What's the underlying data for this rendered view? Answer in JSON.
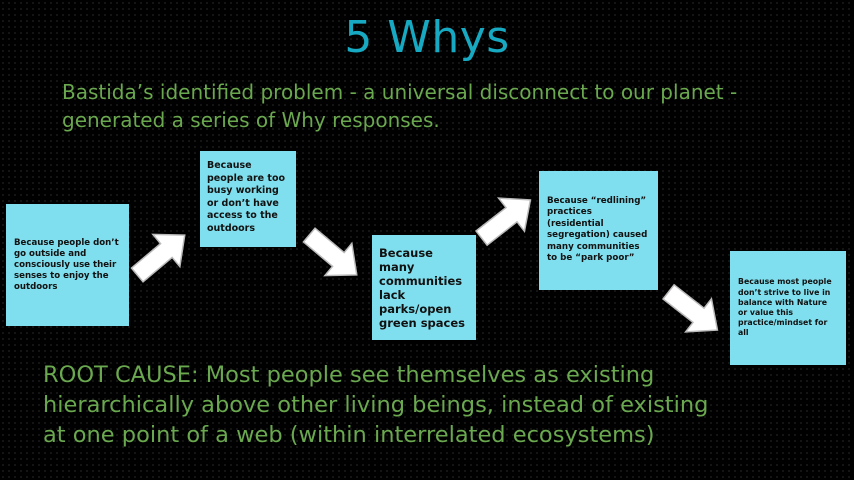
{
  "slide": {
    "title": "5 Whys",
    "subtitle": "Bastida’s identified problem - a universal disconnect to our planet - generated a series of Why responses.",
    "notes": [
      "Because people don’t go outside and consciously use their senses to enjoy the outdoors",
      "Because people are too busy working or don’t have access to the outdoors",
      "Because many communities lack parks/open green spaces",
      "Because “redlining” practices (residential segregation) caused many communities to be “park poor”",
      "Because most people don’t strive to live in balance with Nature or value this practice/mindset for all"
    ],
    "root_cause": "ROOT CAUSE: Most people see themselves as existing hierarchically above other living beings, instead of existing at one point of a web (within interrelated ecosystems)"
  },
  "colors": {
    "background": "#000000",
    "title": "#17a9c2",
    "text_green": "#6aa84f",
    "note_fill": "#7fdfee",
    "arrow_fill": "#ffffff"
  },
  "icons": [
    "arrow-up-right-icon",
    "arrow-down-right-icon"
  ]
}
